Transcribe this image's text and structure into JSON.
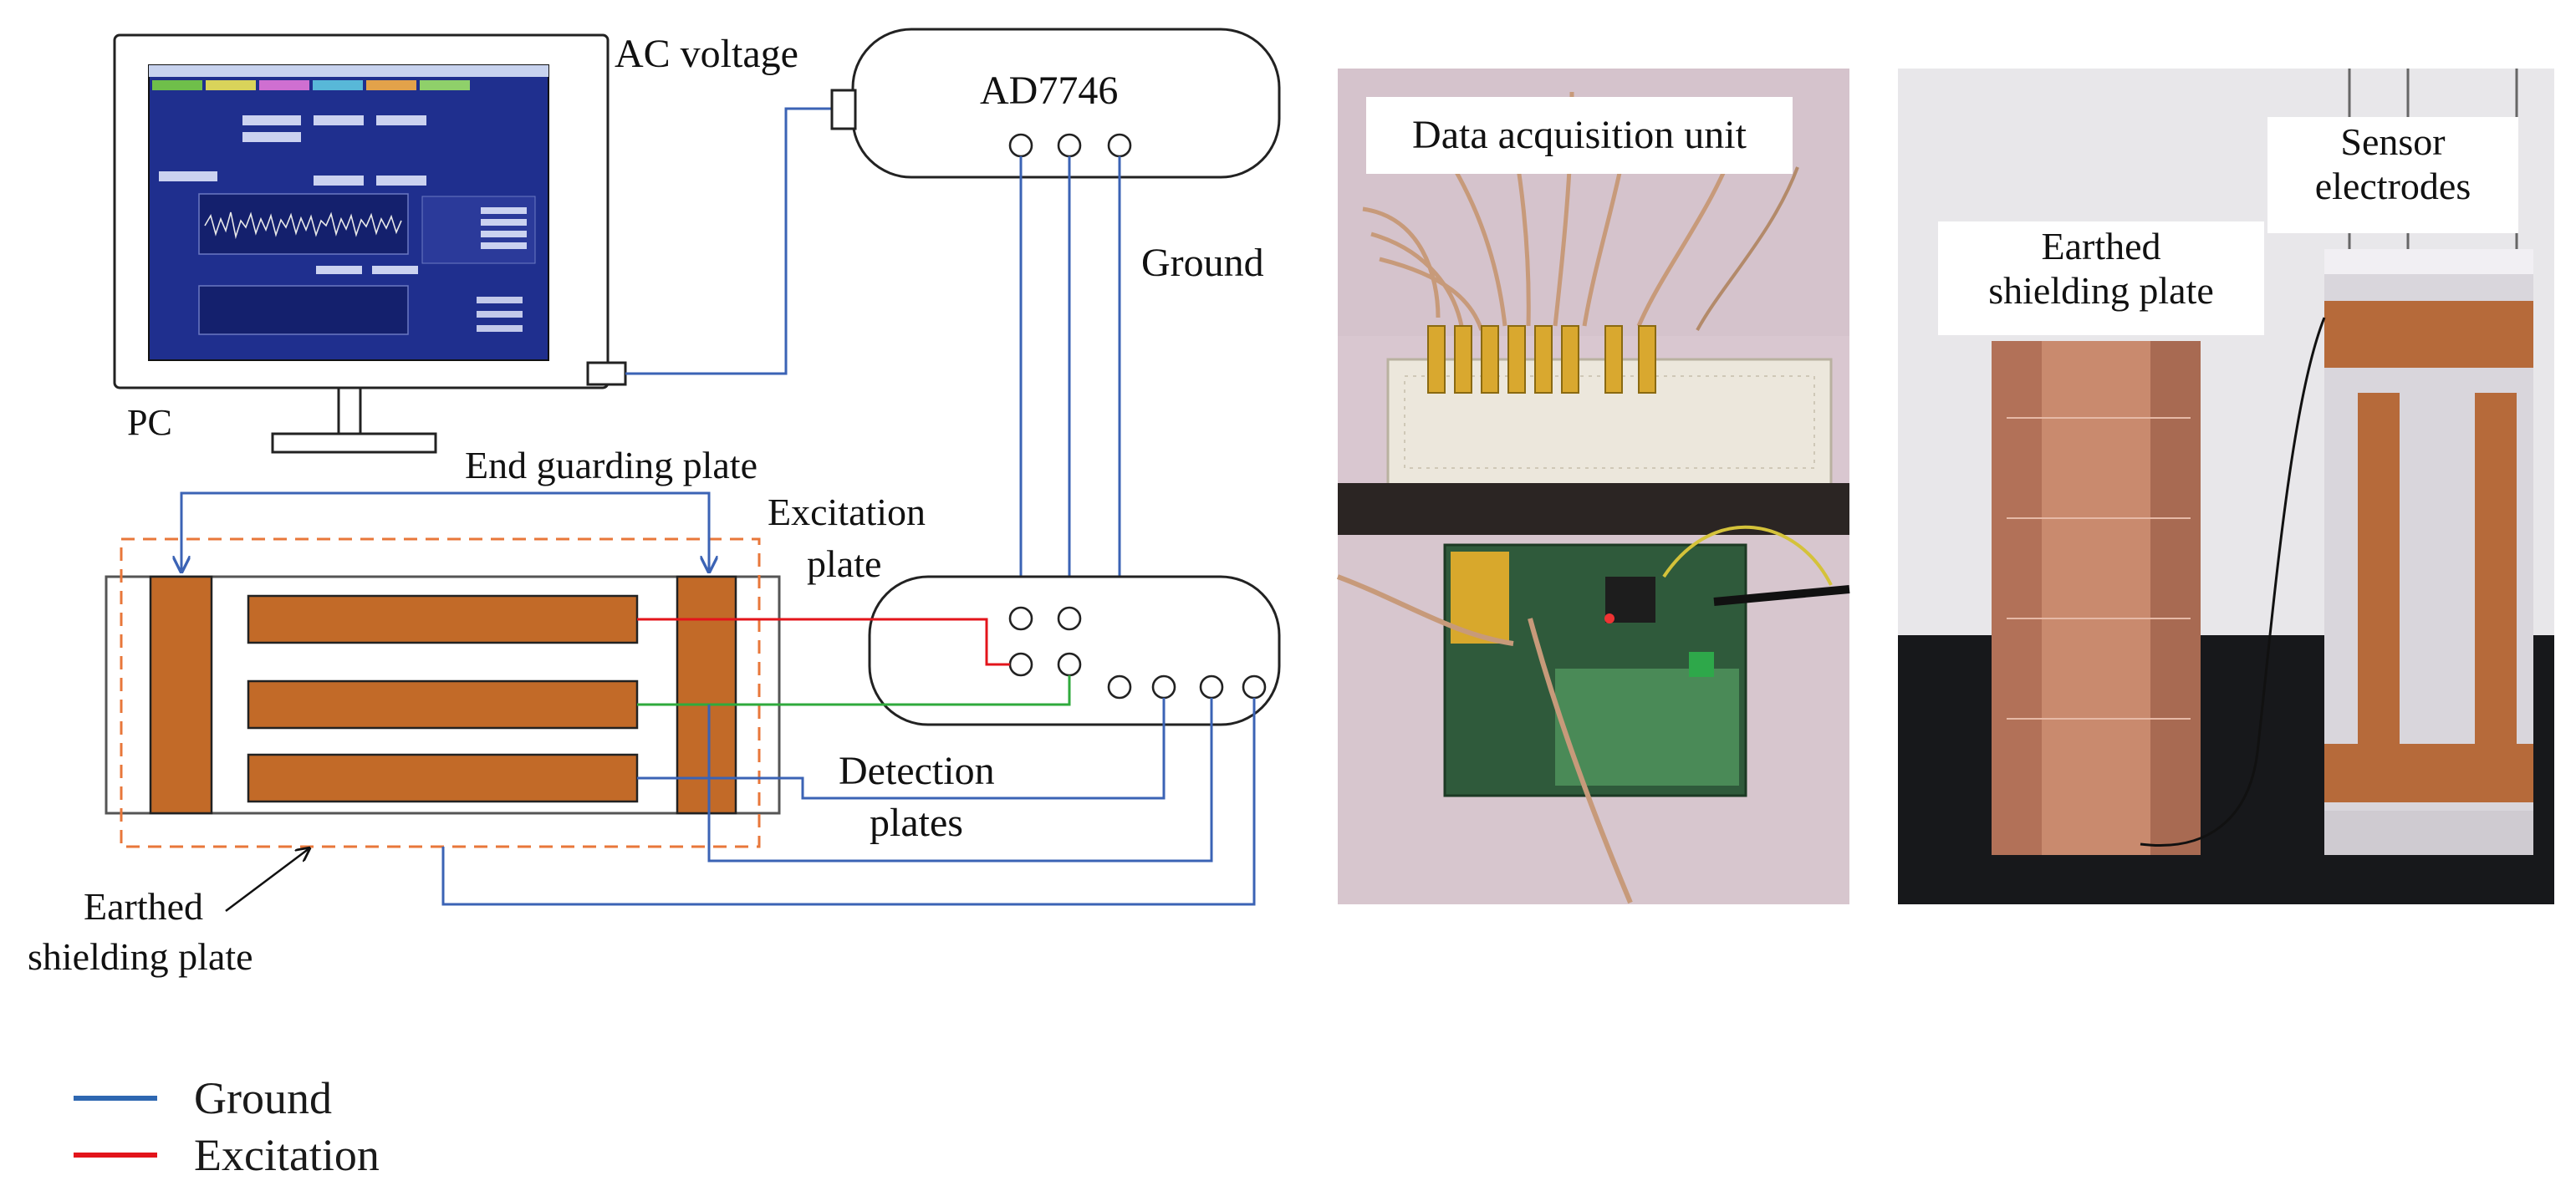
{
  "diagram": {
    "labels": {
      "ac_voltage": "AC voltage",
      "ad7746": "AD7746",
      "ground": "Ground",
      "pc": "PC",
      "end_guarding_plate": "End guarding plate",
      "excitation_plate_line1": "Excitation",
      "excitation_plate_line2": "plate",
      "detection_plates_line1": "Detection",
      "detection_plates_line2": "plates",
      "earthed_line1": "Earthed",
      "earthed_line2": "shielding plate"
    },
    "colors": {
      "ground_wire": "#3b63b5",
      "excitation_wire": "#e3141b",
      "detection_wire": "#2faa3c",
      "plate": "#c26a28",
      "dashed_shield": "#e8773a"
    }
  },
  "photo1": {
    "label": "Data acquisition unit"
  },
  "photo2": {
    "label_shield_line1": "Earthed",
    "label_shield_line2": "shielding plate",
    "label_sensor_line1": "Sensor",
    "label_sensor_line2": "electrodes"
  },
  "legend": [
    {
      "label": "Ground",
      "color": "#2e67b1"
    },
    {
      "label": "Excitation",
      "color": "#e3141b"
    }
  ]
}
